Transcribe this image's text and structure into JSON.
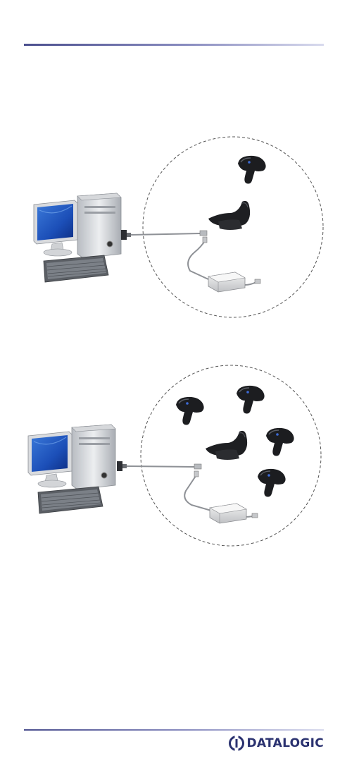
{
  "brand": {
    "name": "DATALOGIC",
    "color": "#2b3270"
  },
  "figures": [
    {
      "name": "single-scanner-setup",
      "scanners": 1
    },
    {
      "name": "multi-scanner-setup",
      "scanners": 5
    }
  ],
  "icons": [
    "desktop-computer-icon",
    "cradle-icon",
    "handheld-scanner-icon",
    "power-supply-icon",
    "cable-icon",
    "range-circle-icon"
  ]
}
